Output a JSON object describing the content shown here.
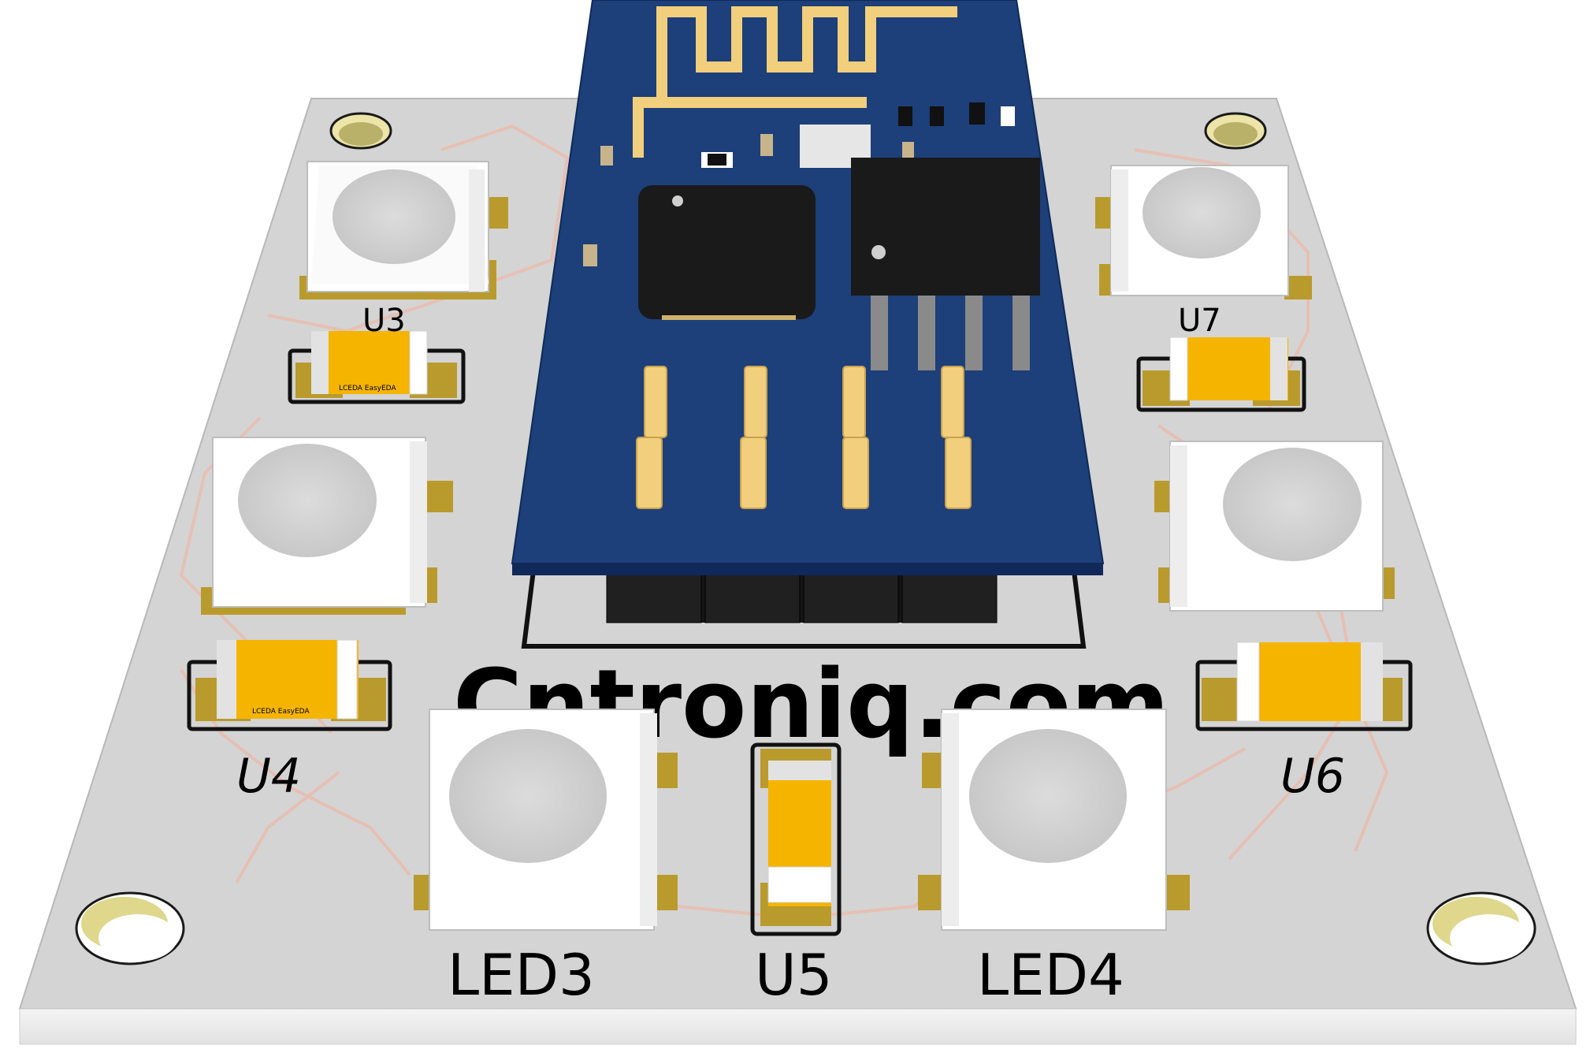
{
  "labels": {
    "u3": "U3",
    "u7": "U7",
    "u4": "U4",
    "u6": "U6",
    "led3": "LED3",
    "u5": "U5",
    "led4": "LED4",
    "logo_text": "Cntroniq.com",
    "cap_mark": "LCEDA EasyEDA"
  },
  "colors": {
    "board": "#d6d6d6",
    "board_edge": "#ffffff",
    "module": "#1d3f7a",
    "gold": "#f2cf7c",
    "pad": "#b99a2d",
    "cap_body": "#f5b400",
    "chip": "#1a1a1a",
    "trace": "#e8b6a8"
  }
}
